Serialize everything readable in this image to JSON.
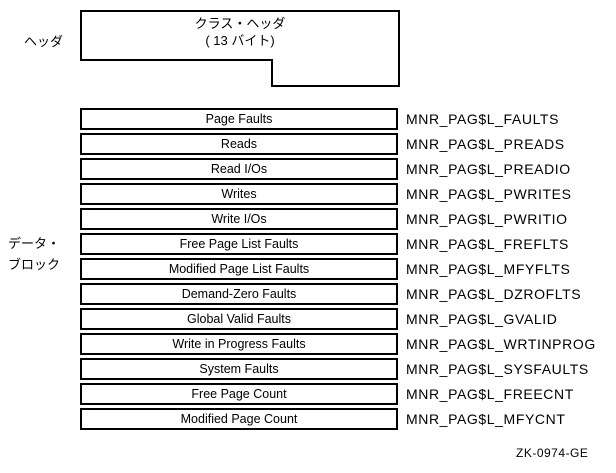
{
  "header_section": {
    "side_label": "ヘッダ",
    "box_title": "クラス・ヘッダ",
    "box_subtitle": "( 13 バイト)"
  },
  "data_block": {
    "side_label_line1": "データ・",
    "side_label_line2": "ブロック",
    "rows": [
      {
        "field": "Page Faults",
        "mnemonic": "MNR_PAG$L_FAULTS"
      },
      {
        "field": "Reads",
        "mnemonic": "MNR_PAG$L_PREADS"
      },
      {
        "field": "Read I/Os",
        "mnemonic": "MNR_PAG$L_PREADIO"
      },
      {
        "field": "Writes",
        "mnemonic": "MNR_PAG$L_PWRITES"
      },
      {
        "field": "Write I/Os",
        "mnemonic": "MNR_PAG$L_PWRITIO"
      },
      {
        "field": "Free Page List Faults",
        "mnemonic": "MNR_PAG$L_FREFLTS"
      },
      {
        "field": "Modified Page List Faults",
        "mnemonic": "MNR_PAG$L_MFYFLTS"
      },
      {
        "field": "Demand-Zero Faults",
        "mnemonic": "MNR_PAG$L_DZROFLTS"
      },
      {
        "field": "Global Valid Faults",
        "mnemonic": "MNR_PAG$L_GVALID"
      },
      {
        "field": "Write in Progress Faults",
        "mnemonic": "MNR_PAG$L_WRTINPROG"
      },
      {
        "field": "System Faults",
        "mnemonic": "MNR_PAG$L_SYSFAULTS"
      },
      {
        "field": "Free Page Count",
        "mnemonic": "MNR_PAG$L_FREECNT"
      },
      {
        "field": "Modified Page Count",
        "mnemonic": "MNR_PAG$L_MFYCNT"
      }
    ]
  },
  "figure_id": "ZK-0974-GE",
  "colors": {
    "line": "#000000",
    "background": "#ffffff"
  }
}
